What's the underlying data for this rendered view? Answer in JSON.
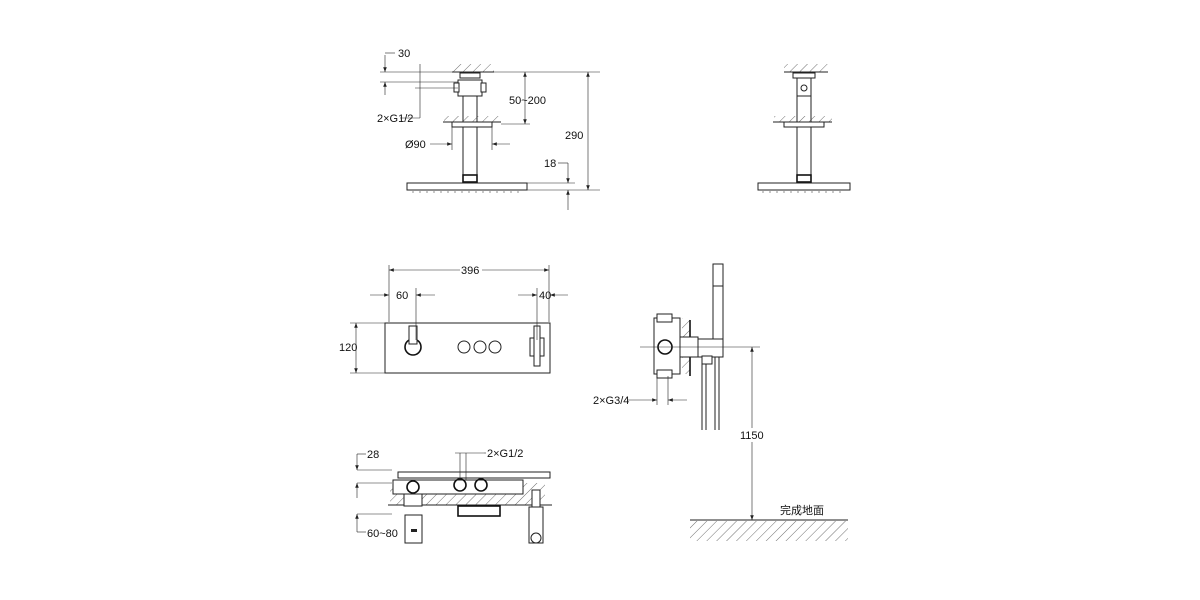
{
  "top_view": {
    "dim_top_offset": "30",
    "connection_label": "2×G1/2",
    "extension_range": "50~200",
    "flange_diameter": "Ø90",
    "total_height": "290",
    "head_thickness": "18"
  },
  "panel_front": {
    "width": "396",
    "left_offset": "60",
    "right_offset": "40",
    "height": "120"
  },
  "panel_section": {
    "cover_depth": "28",
    "connection_label": "2×G1/2",
    "install_depth": "60~80"
  },
  "hand_shower": {
    "connection_label": "2×G3/4",
    "mount_height": "1150",
    "floor_label": "完成地面"
  },
  "colors": {
    "line": "#222222",
    "background": "#ffffff"
  }
}
